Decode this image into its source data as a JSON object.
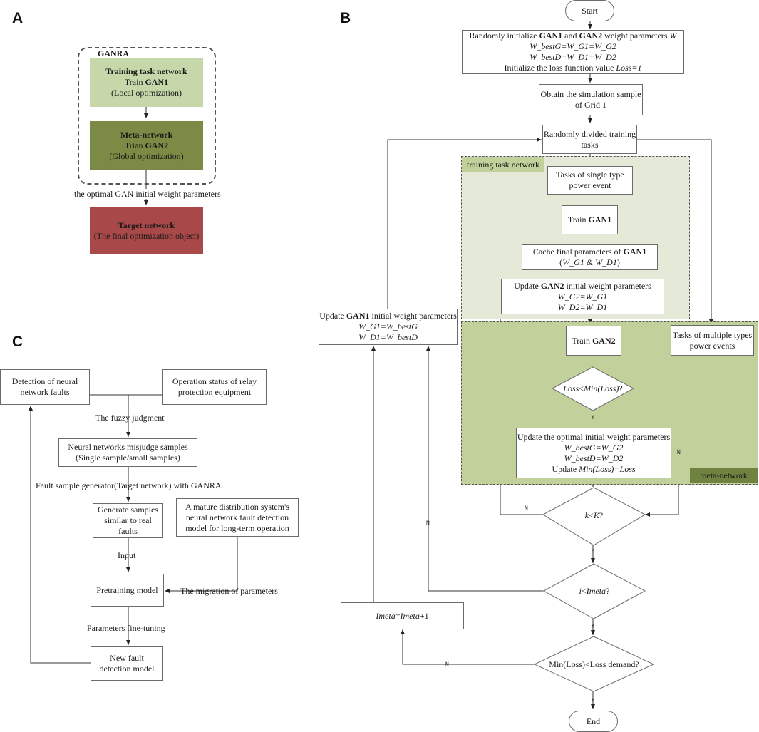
{
  "panels": {
    "a": "A",
    "b": "B",
    "c": "C"
  },
  "colors": {
    "training_light": "#c6d7a9",
    "meta_dark": "#7b8a45",
    "target_red": "#a84848",
    "training_region": "#e5ead8",
    "meta_region": "#c2d09b",
    "tag_training": "#c2d09b",
    "tag_meta": "#6f8240"
  },
  "panel_a": {
    "ganra_label": "GANRA",
    "training": {
      "title": "Training task network",
      "line2_prefix": "Train ",
      "line2_bold": "GAN1",
      "line3": "(Local optimization)"
    },
    "meta": {
      "title": "Meta-network",
      "line2_prefix": "Trian ",
      "line2_bold": "GAN2",
      "line3": "(Global optimization)"
    },
    "arrow_label": "the optimal GAN initial weight parameters",
    "target": {
      "title": "Target network",
      "line2": "(The final optimization object)"
    }
  },
  "panel_b": {
    "start": "Start",
    "init": {
      "l1a": "Randomly initialize ",
      "l1b": "GAN1",
      "l1c": " and ",
      "l1d": "GAN2",
      "l1e": " weight parameters ",
      "l1f": "W",
      "l2": "W_bestG=W_G1=W_G2",
      "l3": "W_bestD=W_D1=W_D2",
      "l4a": "Initialize the loss function value ",
      "l4b": "Loss=1"
    },
    "obtain": {
      "l1": "Obtain the simulation sample",
      "l2": "of Grid 1"
    },
    "divide": {
      "l1": "Randomly divided training",
      "l2": "tasks"
    },
    "training_tag": "training task network",
    "single": {
      "l1": "Tasks of single type",
      "l2": "power event"
    },
    "train_gan1": {
      "a": "Train ",
      "b": "GAN1"
    },
    "cache": {
      "a": "Cache final parameters of ",
      "b": "GAN1",
      "c": "(",
      "d": "W_G1 & W_D1",
      "e": ")"
    },
    "update_gan2": {
      "a": "Update ",
      "b": "GAN2",
      "c": " initial weight parameters",
      "l2": "W_G2=W_G1",
      "l3": "W_D2=W_D1"
    },
    "update_gan1": {
      "a": "Update ",
      "b": "GAN1",
      "c": " initial weight parameters",
      "l2": "W_G1=W_bestG",
      "l3": "W_D1=W_bestD"
    },
    "train_gan2": {
      "a": "Train ",
      "b": "GAN2"
    },
    "multi": {
      "l1": "Tasks of multiple types",
      "l2": "power events"
    },
    "loss_cond": {
      "a": "Loss",
      "b": "<",
      "c": "Min(Loss)",
      "d": "?"
    },
    "update_opt": {
      "l1": "Update the optimal initial weight parameters",
      "l2": "W_bestG=W_G2",
      "l3": "W_bestD=W_D2",
      "l4a": "Update ",
      "l4b": "Min(Loss)=Loss"
    },
    "meta_tag": "meta-network",
    "k_cond": {
      "a": "k",
      "b": "< ",
      "c": "K",
      "d": "?"
    },
    "i_cond": {
      "a": "i",
      "b": "< ",
      "c": "Imeta",
      "d": "?"
    },
    "imeta_update": {
      "a": "Imeta",
      "b": "=",
      "c": "Imeta",
      "d": "+1"
    },
    "loss_demand": "Min(Loss)<Loss demand?",
    "end": "End",
    "yes": "Y",
    "no": "N"
  },
  "panel_c": {
    "detect_faults": {
      "l1": "Detection of neural",
      "l2": "network faults"
    },
    "relay": {
      "l1": "Operation status of relay",
      "l2": "protection equipment"
    },
    "fuzzy": "The fuzzy judgment",
    "misjudge": {
      "l1": "Neural networks misjudge samples",
      "l2": "(Single sample/small samples)"
    },
    "generator_label": "Fault sample generator(Target network) with GANRA",
    "generate": {
      "l1": "Generate samples",
      "l2": "similar to real",
      "l3": "faults"
    },
    "mature": {
      "l1": "A mature distribution system's",
      "l2": "neural network fault detection",
      "l3": "model for long-term operation"
    },
    "input": "Input",
    "pretrain": "Pretraining model",
    "migration": "The migration of parameters",
    "finetune": "Parameters fine-tuning",
    "new_model": {
      "l1": "New fault",
      "l2": "detection model"
    }
  }
}
